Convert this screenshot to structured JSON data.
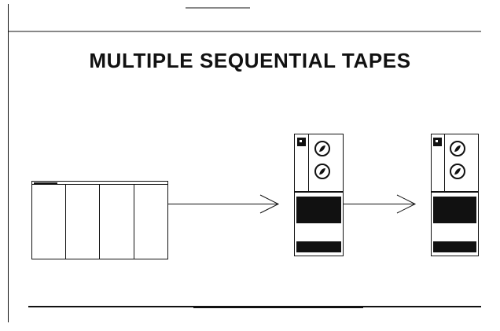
{
  "slide": {
    "title": "MULTIPLE SEQUENTIAL TAPES"
  },
  "diagram": {
    "nodes": [
      {
        "id": "computer",
        "kind": "computer-cabinet"
      },
      {
        "id": "tape-drive-1",
        "kind": "tape-drive"
      },
      {
        "id": "tape-drive-2",
        "kind": "tape-drive"
      }
    ],
    "edges": [
      {
        "from": "computer",
        "to": "tape-drive-1"
      },
      {
        "from": "tape-drive-1",
        "to": "tape-drive-2"
      }
    ],
    "line_color": "#111111"
  }
}
